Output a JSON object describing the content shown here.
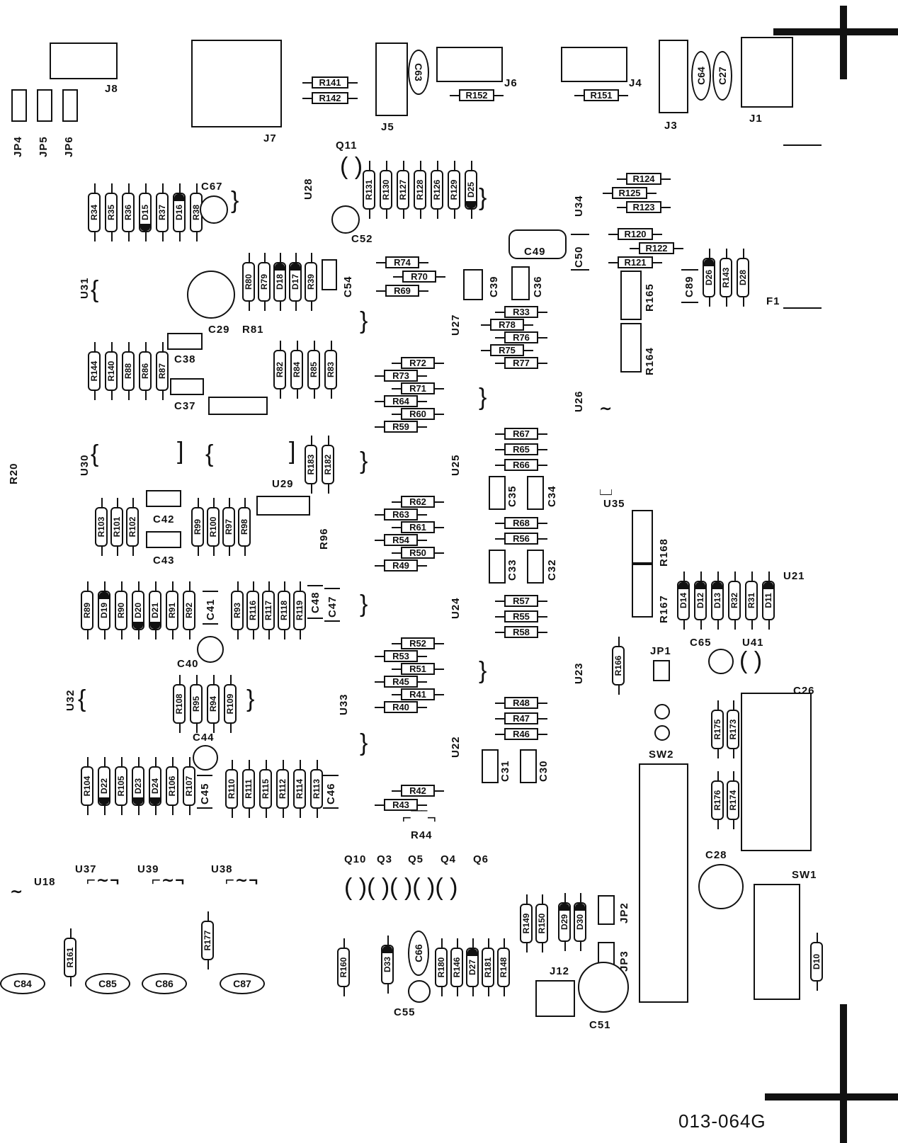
{
  "part_number": "013-064G",
  "connectors": [
    "J1",
    "J3",
    "J4",
    "J5",
    "J6",
    "J7",
    "J8",
    "J12"
  ],
  "jumpers": [
    "JP1",
    "JP2",
    "JP3",
    "JP4",
    "JP5",
    "JP6"
  ],
  "switches": [
    "SW1",
    "SW2"
  ],
  "fuse": "F1",
  "ics": [
    "U18",
    "U21",
    "U22",
    "U23",
    "U24",
    "U25",
    "U26",
    "U27",
    "U28",
    "U29",
    "U30",
    "U31",
    "U32",
    "U33",
    "U34",
    "U35",
    "U37",
    "U38",
    "U39",
    "U41"
  ],
  "transistors": [
    "Q3",
    "Q4",
    "Q5",
    "Q6",
    "Q10",
    "Q11"
  ],
  "capacitors_boxed": [
    "C30",
    "C31",
    "C32",
    "C33",
    "C34",
    "C35",
    "C36",
    "C37",
    "C38",
    "C39",
    "C41",
    "C42",
    "C43",
    "C45",
    "C46",
    "C47",
    "C48",
    "C49",
    "C50",
    "C54",
    "C89"
  ],
  "capacitors_round": [
    "C26",
    "C28",
    "C29",
    "C40",
    "C44",
    "C51",
    "C52",
    "C55",
    "C65",
    "C67"
  ],
  "capacitors_oval": [
    "C27",
    "C63",
    "C64",
    "C66",
    "C84",
    "C85",
    "C86",
    "C87"
  ],
  "resistor_rows": {
    "row_r34": [
      "R34",
      "R35",
      "R36",
      "D15",
      "R37",
      "D16",
      "R38"
    ],
    "row_r131": [
      "R131",
      "R130",
      "R127",
      "R128",
      "R126",
      "R129",
      "D25"
    ],
    "row_r80": [
      "R80",
      "R79",
      "D18",
      "D17",
      "R39"
    ],
    "row_r144": [
      "R144",
      "R140",
      "R88",
      "R86",
      "R87"
    ],
    "row_r82": [
      "R82",
      "R84",
      "R85",
      "R83"
    ],
    "row_r183": [
      "R183",
      "R182"
    ],
    "row_r103": [
      "R103",
      "R101",
      "R102"
    ],
    "row_r99": [
      "R99",
      "R100",
      "R97",
      "R98"
    ],
    "row_r89": [
      "R89",
      "D19",
      "R90",
      "D20",
      "D21",
      "R91",
      "R92"
    ],
    "row_r93": [
      "R93",
      "R116",
      "R117",
      "R118",
      "R119"
    ],
    "row_r108": [
      "R108",
      "R95",
      "R94",
      "R109"
    ],
    "row_r104": [
      "R104",
      "D22",
      "R105",
      "D23",
      "D24",
      "R106",
      "R107"
    ],
    "row_r110": [
      "R110",
      "R111",
      "R115",
      "R112",
      "R114",
      "R113"
    ],
    "row_d14": [
      "D14",
      "D12",
      "D13",
      "R32",
      "R31",
      "D11"
    ],
    "row_d26": [
      "D26",
      "R143",
      "D28"
    ],
    "row_r175": [
      "R175",
      "R173"
    ],
    "row_r176": [
      "R176",
      "R174"
    ],
    "row_r149": [
      "R149",
      "R150"
    ],
    "row_d29": [
      "D29",
      "D30"
    ],
    "row_r180": [
      "R180",
      "R146",
      "D27",
      "R181",
      "R148"
    ]
  },
  "hres": {
    "top": [
      "R141",
      "R142",
      "R152",
      "R151"
    ],
    "right_top": [
      "R124",
      "R125",
      "R123",
      "R120",
      "R122",
      "R121"
    ],
    "col_a": [
      "R74",
      "R70",
      "R69",
      "R72",
      "R73",
      "R71",
      "R64",
      "R60",
      "R59",
      "R62",
      "R63",
      "R61",
      "R54",
      "R50",
      "R49",
      "R52",
      "R53",
      "R51",
      "R45",
      "R41",
      "R40",
      "R42",
      "R43"
    ],
    "col_b": [
      "R33",
      "R78",
      "R76",
      "R75",
      "R77",
      "R67",
      "R65",
      "R66",
      "R68",
      "R56",
      "R57",
      "R55",
      "R58",
      "R48",
      "R47",
      "R46"
    ]
  },
  "misc_labels": {
    "r81": "R81",
    "r96": "R96",
    "r44": "R44",
    "r165": "R165",
    "r164": "R164",
    "r168": "R168",
    "r167": "R167",
    "r166": "R166",
    "r160": "R160",
    "r161": "R161",
    "r177": "R177",
    "r20": "R20",
    "d33": "D33",
    "d10": "D10",
    "c27": "C27"
  }
}
